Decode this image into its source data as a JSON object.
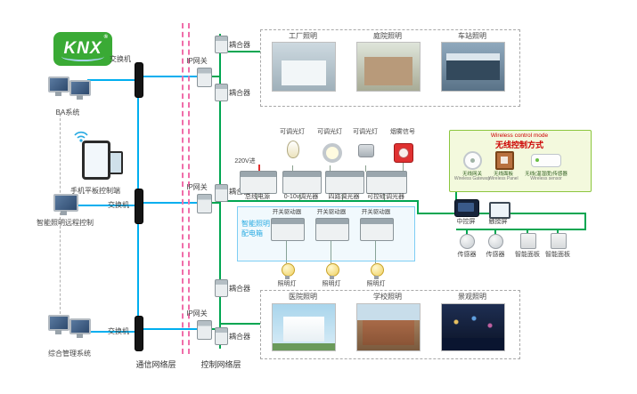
{
  "logo": {
    "text": "KNX",
    "reg": "®"
  },
  "left_column": {
    "items": [
      {
        "label": "BA系统"
      },
      {
        "label": "手机平板控制端"
      },
      {
        "label": "智能照明远程控制"
      },
      {
        "label": "综合管理系统"
      }
    ]
  },
  "network": {
    "switch_labels": [
      "交换机",
      "交换机",
      "交换机"
    ],
    "gateway_labels": [
      "IP网关",
      "IP网关",
      "IP网关"
    ],
    "coupler_labels": [
      "耦合器",
      "耦合器",
      "耦合器",
      "耦合器",
      "耦合器"
    ]
  },
  "layer_labels": {
    "communication": "通信网络层",
    "control": "控制网络层"
  },
  "top_gallery": {
    "items": [
      {
        "label": "工厂照明"
      },
      {
        "label": "庭院照明"
      },
      {
        "label": "车站照明"
      }
    ]
  },
  "bottom_gallery": {
    "items": [
      {
        "label": "医院照明"
      },
      {
        "label": "学校照明"
      },
      {
        "label": "景观照明"
      }
    ]
  },
  "panel": {
    "power_in": "220V进",
    "source_devices": [
      "总线电源",
      "0-10v调光器",
      "四路调光器",
      "可控硅调光器"
    ],
    "loads": [
      "可调光灯",
      "可调光灯",
      "可调光灯",
      "烟雾信号"
    ],
    "box_label_line1": "智能照明",
    "box_label_line2": "配电箱",
    "drivers": [
      "开关驱动器",
      "开关驱动器",
      "开关驱动器"
    ],
    "lamps": [
      "照明灯",
      "照明灯",
      "照明灯"
    ]
  },
  "wireless": {
    "title_en": "Wireless control mode",
    "title_zh": "无线控制方式",
    "items": [
      {
        "zh": "无线网关",
        "en": "Wireless Gateway"
      },
      {
        "zh": "无线面板",
        "en": "Wireless Panel"
      },
      {
        "zh": "无线(温湿度)传感器",
        "en": "Wireless sensor"
      }
    ]
  },
  "right_column": {
    "row1": [
      "中控屏",
      "触摸屏"
    ],
    "row2": [
      "传感器",
      "传感器",
      "智能面板",
      "智能面板"
    ]
  },
  "colors": {
    "bus_green": "#00a651",
    "comm_blue": "#00aeef",
    "layer_pink": "#f06eaa",
    "alarm_red": "#e03131",
    "distbox_blue": "#29abe2"
  }
}
